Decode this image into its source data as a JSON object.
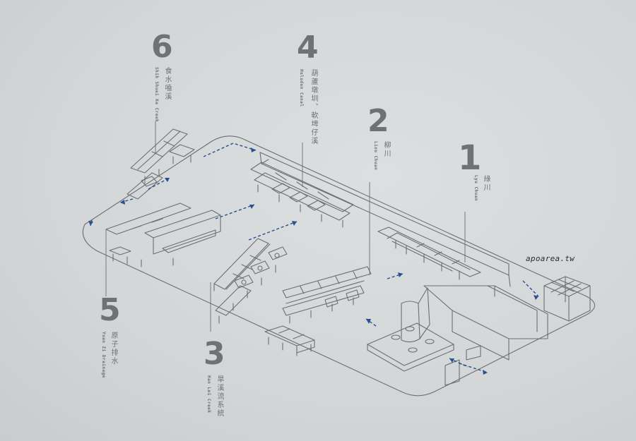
{
  "labels": [
    {
      "id": "lyu",
      "number": "1",
      "zh": "綠川",
      "en": "Lyu Chuan"
    },
    {
      "id": "liou",
      "number": "2",
      "zh": "柳川",
      "en": "Liou Chuan"
    },
    {
      "id": "huludun",
      "number": "4",
      "zh": "葫蘆墩圳、軟埤仔溪",
      "en": "Huludun Canal"
    },
    {
      "id": "shih",
      "number": "6",
      "zh": "食水嗑溪",
      "en": "Shih Shuei Ke Creek"
    },
    {
      "id": "yuan",
      "number": "5",
      "zh": "原子排水",
      "en": "Yuan Zi Drainage"
    },
    {
      "id": "hanxi",
      "number": "3",
      "zh": "旱溪流系統",
      "en": "Han Lei Creek"
    }
  ],
  "watermark": "apoarea.tw",
  "colors": {
    "line": "#6c6f71",
    "arrow": "#2a4f8f",
    "number": "#6f7274"
  }
}
